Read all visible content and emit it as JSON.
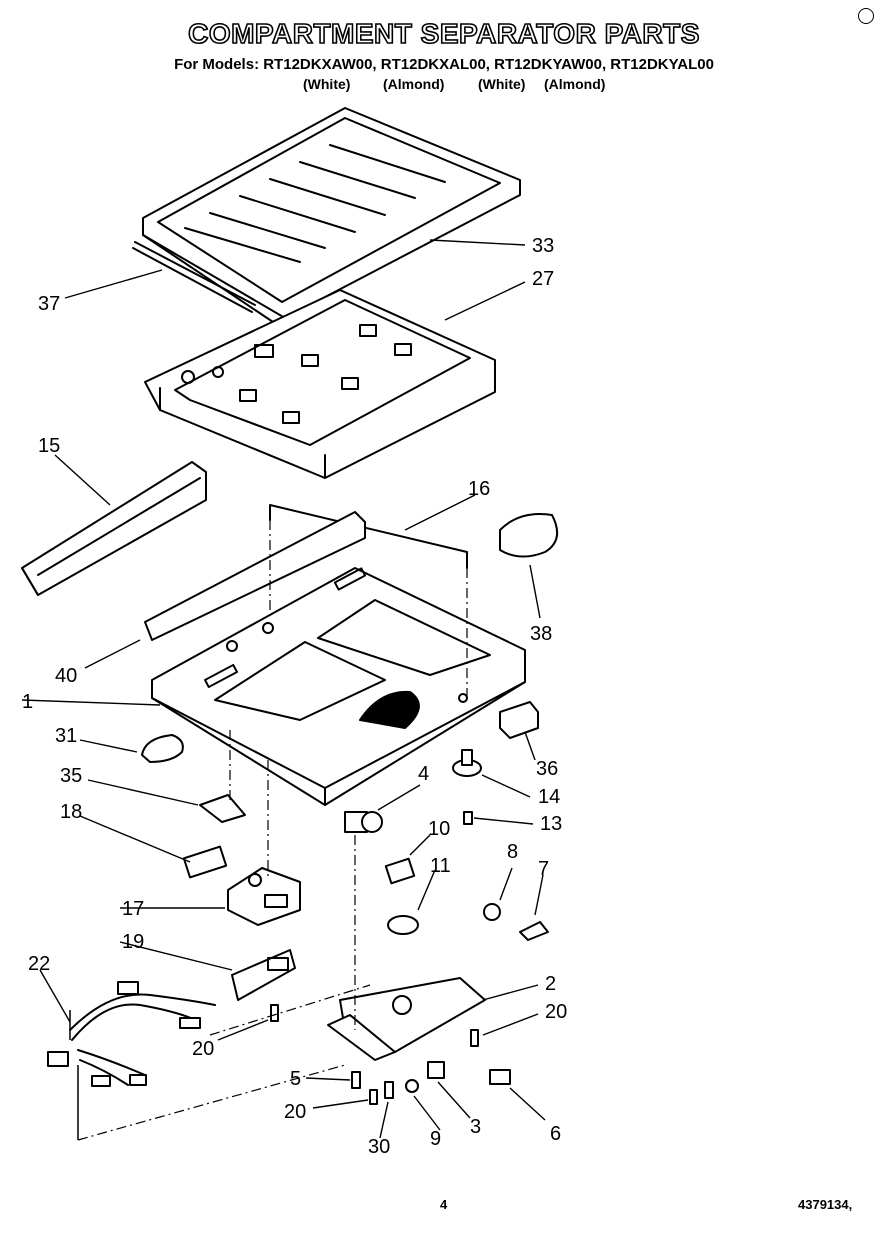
{
  "header": {
    "title": "COMPARTMENT SEPARATOR PARTS",
    "models_line": "For Models: RT12DKXAW00, RT12DKXAL00, RT12DKYAW00, RT12DKYAL00",
    "colors": [
      "(White)",
      "(Almond)",
      "(White)",
      "(Almond)"
    ]
  },
  "callouts": [
    "33",
    "37",
    "27",
    "15",
    "16",
    "38",
    "40",
    "1",
    "31",
    "36",
    "35",
    "4",
    "14",
    "13",
    "18",
    "10",
    "11",
    "8",
    "7",
    "17",
    "19",
    "22",
    "2",
    "20",
    "20",
    "5",
    "20",
    "30",
    "9",
    "3",
    "6"
  ],
  "footer": {
    "page_number": "4",
    "doc_number": "4379134,"
  }
}
